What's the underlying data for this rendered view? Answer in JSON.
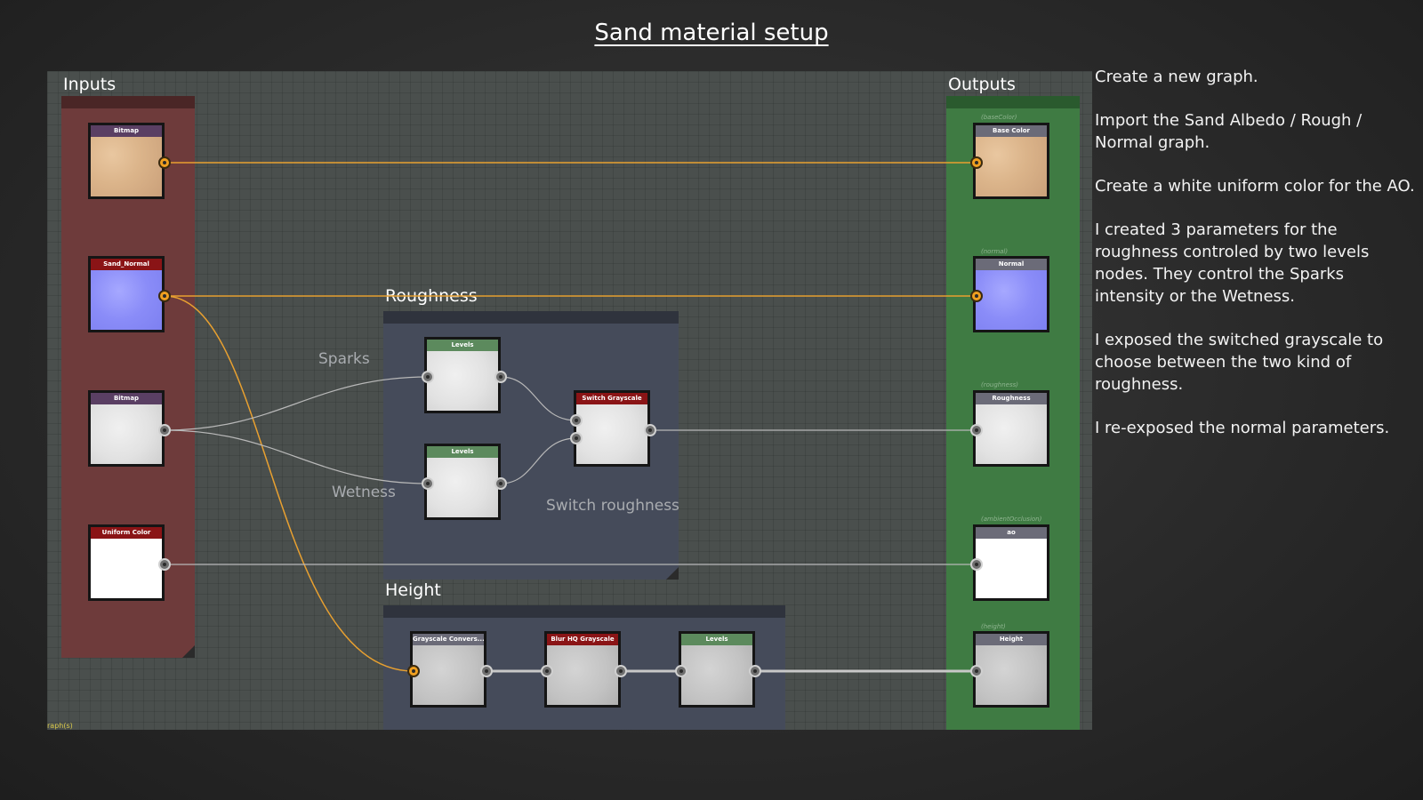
{
  "title": "Sand material setup",
  "corner_text": "raph(s)",
  "frames": {
    "inputs": "Inputs",
    "outputs": "Outputs",
    "roughness": "Roughness",
    "height": "Height"
  },
  "wire_labels": {
    "sparks": "Sparks",
    "wetness": "Wetness",
    "switch": "Switch roughness"
  },
  "input_nodes": [
    {
      "title": "Bitmap"
    },
    {
      "title": "Sand_Normal"
    },
    {
      "title": "Bitmap"
    },
    {
      "title": "Uniform Color"
    }
  ],
  "roughness_nodes": [
    {
      "title": "Levels"
    },
    {
      "title": "Levels"
    },
    {
      "title": "Switch Grayscale"
    }
  ],
  "height_nodes": [
    {
      "title": "Grayscale Convers..."
    },
    {
      "title": "Blur HQ Grayscale"
    },
    {
      "title": "Levels"
    }
  ],
  "output_nodes": [
    {
      "title": "Base Color",
      "id": "(baseColor)"
    },
    {
      "title": "Normal",
      "id": "(normal)"
    },
    {
      "title": "Roughness",
      "id": "(roughness)"
    },
    {
      "title": "ao",
      "id": "(ambientOcclusion)"
    },
    {
      "title": "Height",
      "id": "(height)"
    }
  ],
  "notes": [
    "Create a new graph.",
    "Import the Sand Albedo / Rough / Normal graph.",
    "Create a white uniform color for the AO.",
    "I created 3 parameters for the roughness controled by two levels nodes. They control the Sparks intensity or the Wetness.",
    "I exposed the switched grayscale to choose between the two kind of roughness.",
    "I re-exposed the normal parameters."
  ],
  "colors": {
    "inputs_frame": "#6e3b3b",
    "outputs_frame": "#3f7b43",
    "group_frame": "#454b5a",
    "wire_color": "#f0a020",
    "wire_gray": "#c8c8c8"
  }
}
